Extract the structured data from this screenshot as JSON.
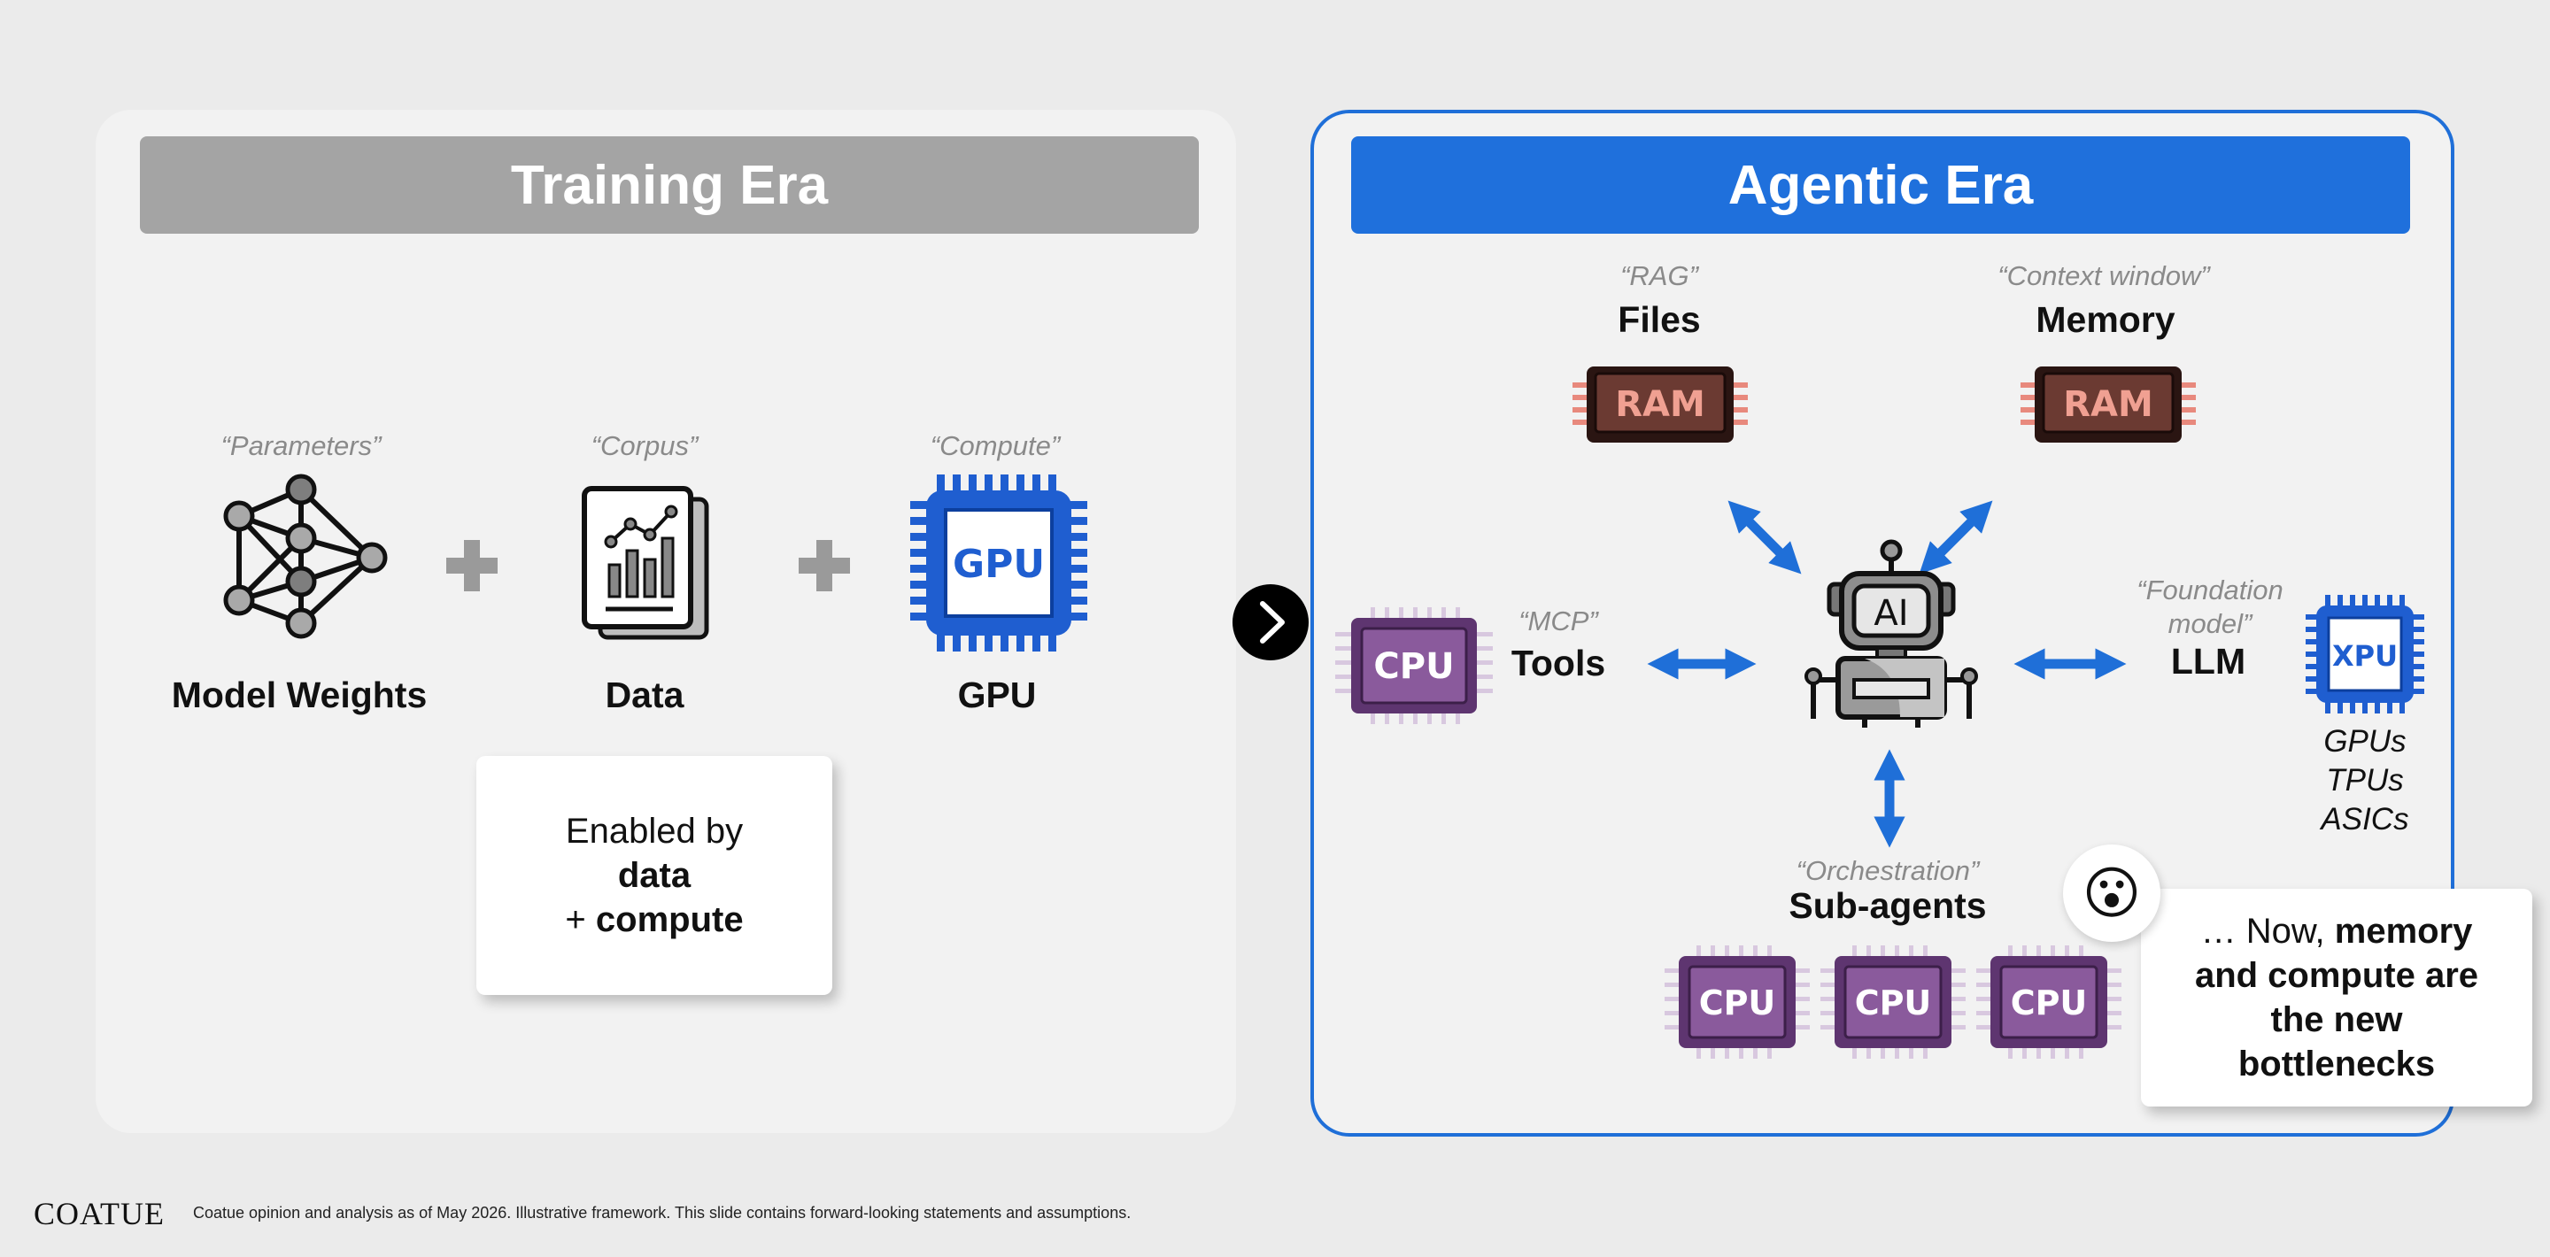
{
  "training": {
    "title": "Training Era",
    "items": [
      {
        "quote": "“Parameters”",
        "label": "Model Weights",
        "icon": "neural-network-icon"
      },
      {
        "quote": "“Corpus”",
        "label": "Data",
        "icon": "data-report-icon"
      },
      {
        "quote": "“Compute”",
        "label": "GPU",
        "icon": "gpu-chip-icon",
        "chip_text": "GPU"
      }
    ],
    "card": {
      "line1": "Enabled by",
      "line2": "data",
      "line3_prefix": "+ ",
      "line3_bold": "compute"
    }
  },
  "agentic": {
    "title": "Agentic Era",
    "files": {
      "quote": "“RAG”",
      "label": "Files",
      "chip_text": "RAM"
    },
    "memory": {
      "quote": "“Context window”",
      "label": "Memory",
      "chip_text": "RAM"
    },
    "tools": {
      "quote": "“MCP”",
      "label": "Tools",
      "chip_text": "CPU"
    },
    "llm": {
      "quote_line1": "“Foundation",
      "quote_line2": "model”",
      "label": "LLM",
      "chip_text": "XPU",
      "sub": [
        "GPUs",
        "TPUs",
        "ASICs"
      ]
    },
    "robot": {
      "text": "AI"
    },
    "subagents": {
      "quote": "“Orchestration”",
      "label": "Sub-agents",
      "chips": [
        "CPU",
        "CPU",
        "CPU"
      ]
    },
    "callout": {
      "prefix": "… Now, ",
      "bold_1": "memory",
      "bold_2": "and compute are",
      "bold_3": "the new",
      "bold_4": "bottlenecks"
    },
    "emoji": "😮"
  },
  "footer": {
    "logo": "COATUE",
    "note": "Coatue opinion and analysis as of May 2026. Illustrative framework. This slide contains forward-looking statements and assumptions."
  },
  "colors": {
    "accent_blue": "#1f70dc",
    "gray_title": "#a4a4a4",
    "cpu_purple": "#7a4f8c",
    "ram_brown": "#5a2f2a"
  }
}
